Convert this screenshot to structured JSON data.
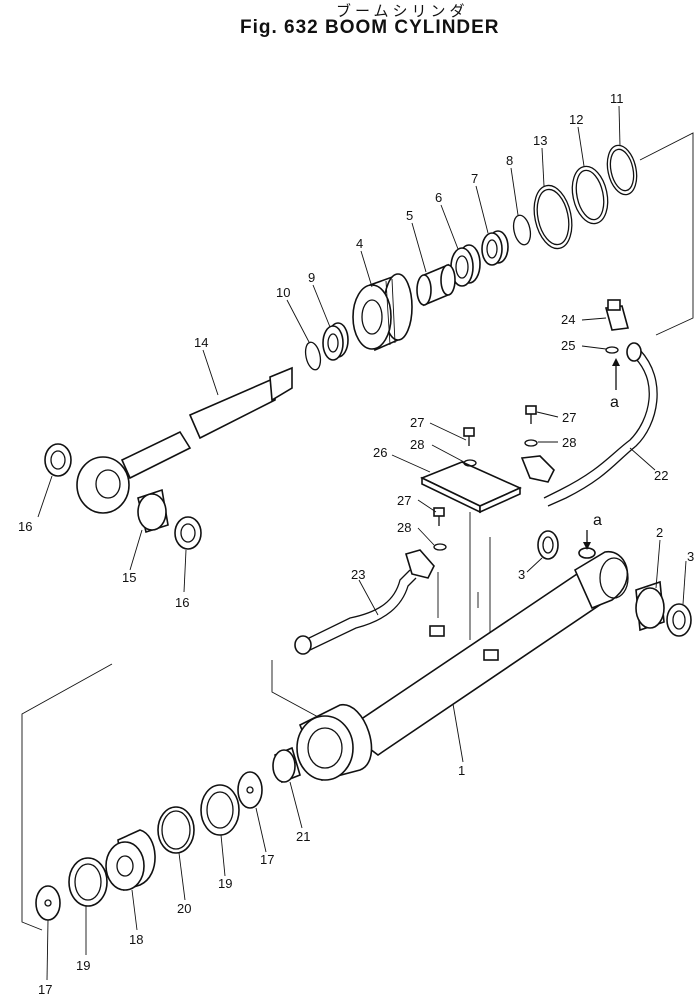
{
  "title": {
    "japanese": "ブームシリンダ",
    "main": "Fig. 632 BOOM CYLINDER"
  },
  "callouts": [
    {
      "id": "c11",
      "text": "11"
    },
    {
      "id": "c12",
      "text": "12"
    },
    {
      "id": "c13",
      "text": "13"
    },
    {
      "id": "c8",
      "text": "8"
    },
    {
      "id": "c7",
      "text": "7"
    },
    {
      "id": "c6",
      "text": "6"
    },
    {
      "id": "c5",
      "text": "5"
    },
    {
      "id": "c4",
      "text": "4"
    },
    {
      "id": "c9",
      "text": "9"
    },
    {
      "id": "c10",
      "text": "10"
    },
    {
      "id": "c14",
      "text": "14"
    },
    {
      "id": "c24",
      "text": "24"
    },
    {
      "id": "c25",
      "text": "25"
    },
    {
      "id": "ca1",
      "text": "a"
    },
    {
      "id": "c27a",
      "text": "27"
    },
    {
      "id": "c27b",
      "text": "27"
    },
    {
      "id": "c28a",
      "text": "28"
    },
    {
      "id": "c28b",
      "text": "28"
    },
    {
      "id": "c26",
      "text": "26"
    },
    {
      "id": "c22",
      "text": "22"
    },
    {
      "id": "c27c",
      "text": "27"
    },
    {
      "id": "c28c",
      "text": "28"
    },
    {
      "id": "ca2",
      "text": "a"
    },
    {
      "id": "c16a",
      "text": "16"
    },
    {
      "id": "c15",
      "text": "15"
    },
    {
      "id": "c16b",
      "text": "16"
    },
    {
      "id": "c2",
      "text": "2"
    },
    {
      "id": "c3a",
      "text": "3"
    },
    {
      "id": "c3b",
      "text": "3"
    },
    {
      "id": "c23",
      "text": "23"
    },
    {
      "id": "c1",
      "text": "1"
    },
    {
      "id": "c21",
      "text": "21"
    },
    {
      "id": "c17a",
      "text": "17"
    },
    {
      "id": "c19a",
      "text": "19"
    },
    {
      "id": "c20",
      "text": "20"
    },
    {
      "id": "c18",
      "text": "18"
    },
    {
      "id": "c19b",
      "text": "19"
    },
    {
      "id": "c17b",
      "text": "17"
    }
  ]
}
